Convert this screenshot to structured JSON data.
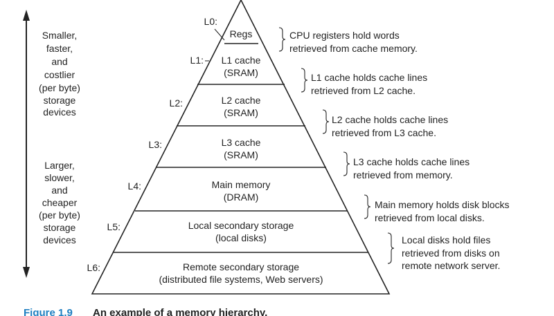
{
  "levels": [
    {
      "tag": "L0:",
      "lines": [
        "Regs"
      ],
      "desc": [
        "CPU registers hold words",
        "retrieved from cache memory."
      ]
    },
    {
      "tag": "L1:",
      "lines": [
        "L1 cache",
        "(SRAM)"
      ],
      "desc": [
        "L1 cache holds cache lines",
        "retrieved from L2 cache."
      ]
    },
    {
      "tag": "L2:",
      "lines": [
        "L2 cache",
        "(SRAM)"
      ],
      "desc": [
        "L2 cache holds cache lines",
        "retrieved from L3 cache."
      ]
    },
    {
      "tag": "L3:",
      "lines": [
        "L3 cache",
        "(SRAM)"
      ],
      "desc": [
        "L3 cache holds cache lines",
        "retrieved from memory."
      ]
    },
    {
      "tag": "L4:",
      "lines": [
        "Main memory",
        "(DRAM)"
      ],
      "desc": [
        "Main memory holds disk blocks",
        "retrieved from local disks."
      ]
    },
    {
      "tag": "L5:",
      "lines": [
        "Local secondary storage",
        "(local disks)"
      ],
      "desc": [
        "Local disks hold files",
        "retrieved from disks on",
        "remote network server."
      ]
    },
    {
      "tag": "L6:",
      "lines": [
        "Remote secondary storage",
        "(distributed file systems, Web servers)"
      ],
      "desc": []
    }
  ],
  "top_label": [
    "Smaller,",
    "faster,",
    "and",
    "costlier",
    "(per byte)",
    "storage",
    "devices"
  ],
  "bottom_label": [
    "Larger,",
    "slower,",
    "and",
    "cheaper",
    "(per byte)",
    "storage",
    "devices"
  ],
  "caption": {
    "number": "Figure 1.9",
    "title": "An example of a memory hierarchy."
  }
}
